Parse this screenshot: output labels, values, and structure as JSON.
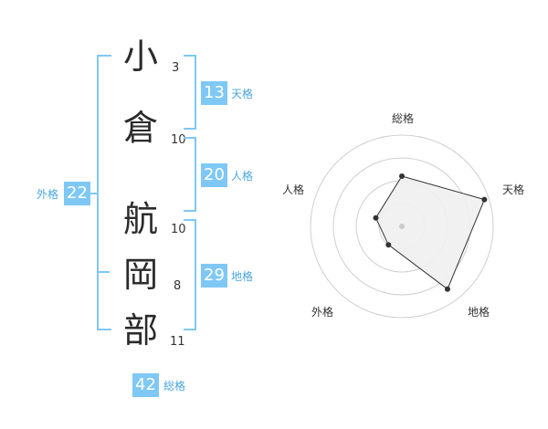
{
  "name_chars": [
    {
      "char": "小",
      "strokes": "3"
    },
    {
      "char": "倉",
      "strokes": "10"
    },
    {
      "char": "航",
      "strokes": "10"
    },
    {
      "char": "岡",
      "strokes": "8"
    },
    {
      "char": "部",
      "strokes": "11"
    }
  ],
  "scores": {
    "tenkaku": {
      "label": "天格",
      "value": "13"
    },
    "jinkaku": {
      "label": "人格",
      "value": "20"
    },
    "chikaku": {
      "label": "地格",
      "value": "29"
    },
    "gaikaku": {
      "label": "外格",
      "value": "22"
    },
    "soukaku": {
      "label": "総格",
      "value": "42"
    }
  },
  "colors": {
    "accent": "#7fc8f5",
    "accent_text": "#4aa6e0",
    "radar_fill": "#f0f0f0",
    "radar_stroke": "#333333"
  },
  "chart_data": {
    "type": "radar",
    "axes": [
      "総格",
      "天格",
      "地格",
      "外格",
      "人格"
    ],
    "values": [
      0.55,
      0.95,
      0.85,
      0.25,
      0.3
    ],
    "rings": 4
  }
}
